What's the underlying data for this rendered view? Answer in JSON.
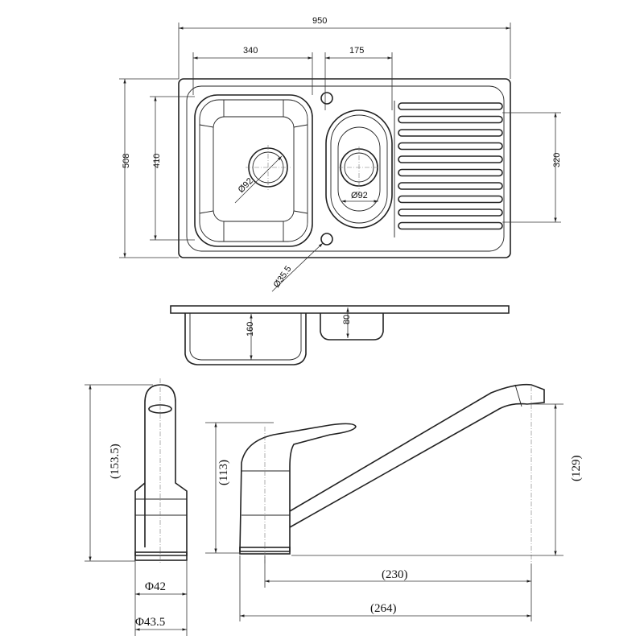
{
  "sink_top_view": {
    "overall_width": "950",
    "main_bowl_width": "340",
    "half_bowl_width": "175",
    "overall_depth": "508",
    "main_bowl_depth": "410",
    "drainer_depth": "320",
    "main_waste_diameter": "Ø92",
    "half_waste_diameter": "Ø92",
    "tap_hole_diameter": "Ø35.5"
  },
  "sink_side_view": {
    "main_bowl_height": "160",
    "half_bowl_height": "80"
  },
  "tap_side_view": {
    "height": "(153.5)",
    "base_diameter": "Φ42",
    "body_diameter": "Φ43.5"
  },
  "tap_front_view": {
    "body_height": "(113)",
    "spout_height": "(129)",
    "spout_reach": "(230)",
    "overall_length": "(264)"
  }
}
